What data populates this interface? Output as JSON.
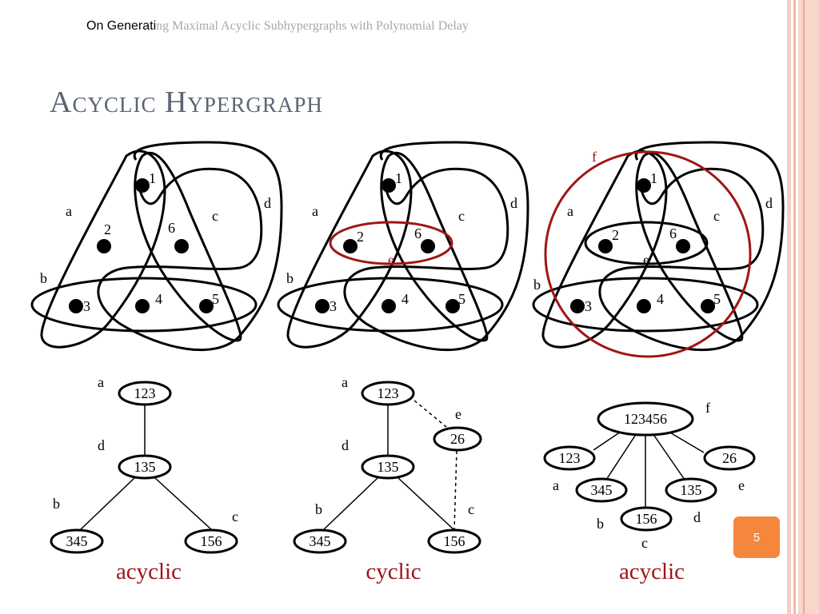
{
  "header": {
    "title_dark": "On Generati",
    "title_light": "ng Maximal Acyclic Subhypergraphs with Polynomial Delay"
  },
  "slide": {
    "title": "Acyclic Hypergraph",
    "page_number": "5"
  },
  "colors": {
    "accent_red": "#a01515",
    "title_gray": "#5b6475",
    "badge_orange": "#f4873c",
    "stripe_pink": "#f6cfc4"
  },
  "hypergraphs": [
    {
      "vertices": [
        "1",
        "2",
        "6",
        "3",
        "4",
        "5"
      ],
      "edge_labels": {
        "a": "a",
        "b": "b",
        "c": "c",
        "d": "d"
      },
      "tree": {
        "nodes": [
          "123",
          "135",
          "345",
          "156"
        ],
        "edge_labels": {
          "a": "a",
          "d": "d",
          "b": "b",
          "c": "c"
        },
        "verdict": "acyclic"
      }
    },
    {
      "vertices": [
        "1",
        "2",
        "6",
        "3",
        "4",
        "5"
      ],
      "edge_labels": {
        "a": "a",
        "b": "b",
        "c": "c",
        "d": "d",
        "e": "e"
      },
      "tree": {
        "nodes": [
          "123",
          "26",
          "135",
          "345",
          "156"
        ],
        "edge_labels": {
          "a": "a",
          "e": "e",
          "d": "d",
          "b": "b",
          "c": "c"
        },
        "verdict": "cyclic"
      }
    },
    {
      "vertices": [
        "1",
        "2",
        "6",
        "3",
        "4",
        "5"
      ],
      "edge_labels": {
        "a": "a",
        "b": "b",
        "c": "c",
        "d": "d",
        "e": "e",
        "f": "f"
      },
      "tree": {
        "nodes": [
          "123456",
          "123",
          "26",
          "345",
          "135",
          "156"
        ],
        "edge_labels": {
          "f": "f",
          "a": "a",
          "e": "e",
          "b": "b",
          "d": "d",
          "c": "c"
        },
        "verdict": "acyclic"
      }
    }
  ]
}
